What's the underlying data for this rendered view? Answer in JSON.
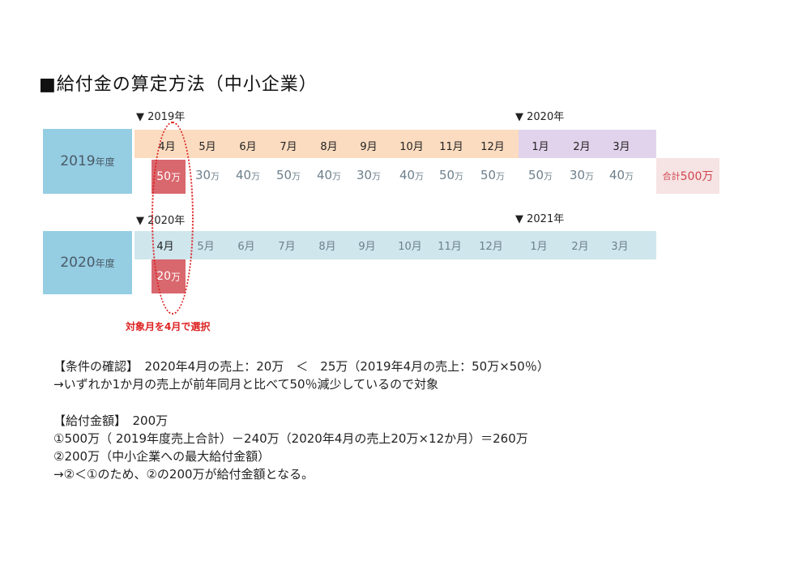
{
  "title": "■給付金の算定方法（中小企業）",
  "year_markers": {
    "fy2019_start": "▼ 2019年",
    "fy2019_mid": "▼ 2020年",
    "fy2020_start": "▼ 2020年",
    "fy2020_mid": "▼ 2021年"
  },
  "fy2019": {
    "label_year": "2019",
    "label_suffix": "年度",
    "months": [
      "4月",
      "5月",
      "6月",
      "7月",
      "8月",
      "9月",
      "10月",
      "11月",
      "12月",
      "1月",
      "2月",
      "3月"
    ],
    "values": [
      "50",
      "30",
      "40",
      "50",
      "40",
      "30",
      "40",
      "50",
      "50",
      "50",
      "30",
      "40"
    ],
    "unit": "万",
    "total_label": "合計",
    "total_value": "500万"
  },
  "fy2020": {
    "label_year": "2020",
    "label_suffix": "年度",
    "months": [
      "4月",
      "5月",
      "6月",
      "7月",
      "8月",
      "9月",
      "10月",
      "11月",
      "12月",
      "1月",
      "2月",
      "3月"
    ],
    "april_value": "20",
    "unit": "万"
  },
  "selection_caption": "対象月を4月で選択",
  "explanation": {
    "line1": "【条件の確認】　2020年4月の売上：20万　＜　25万（2019年4月の売上：50万×50％）",
    "line2": "→いずれか1か月の売上が前年同月と比べて50％減少しているので対象",
    "line3": "【給付金額】　200万",
    "line4": "①500万（ 2019年度売上合計）－240万（2020年4月の売上20万×12か月）＝260万",
    "line5": "②200万（中小企業への最大給付金額）",
    "line6": "→②＜①のため、②の200万が給付金額となる。"
  },
  "colors": {
    "fy_label_bg": "#95cde3",
    "month_band_2019_a": "#fbdcc0",
    "month_band_2019_b": "#e2d3ec",
    "month_band_2020": "#cfe6ed",
    "highlight_red": "#d9676e",
    "caption_red": "#dd2222"
  }
}
